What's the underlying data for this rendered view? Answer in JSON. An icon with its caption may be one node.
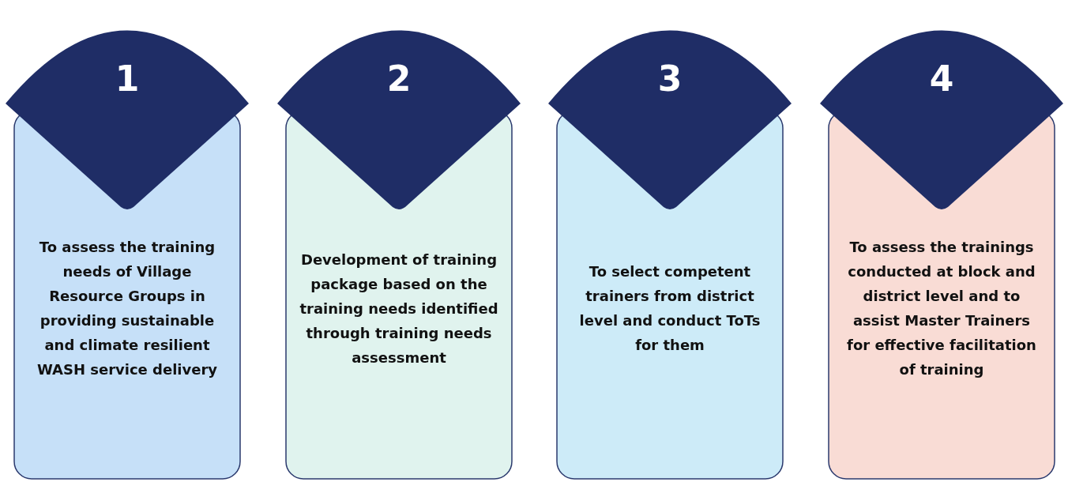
{
  "diagram": {
    "nodes": [
      {
        "text": [
          "1",
          "To assess the training needs of Village Resource Groups in providing sustainable and climate resilient WASH service delivery"
        ]
      },
      {
        "text": [
          "2",
          "Development of training package based on the training needs identified through training needs assessment"
        ]
      },
      {
        "text": [
          "3",
          "To select competent trainers from district level and conduct ToTs for them"
        ]
      },
      {
        "text": [
          "4",
          "To assess the trainings conducted at block and district level and to assist Master Trainers for effective facilitation of training"
        ]
      }
    ]
  }
}
